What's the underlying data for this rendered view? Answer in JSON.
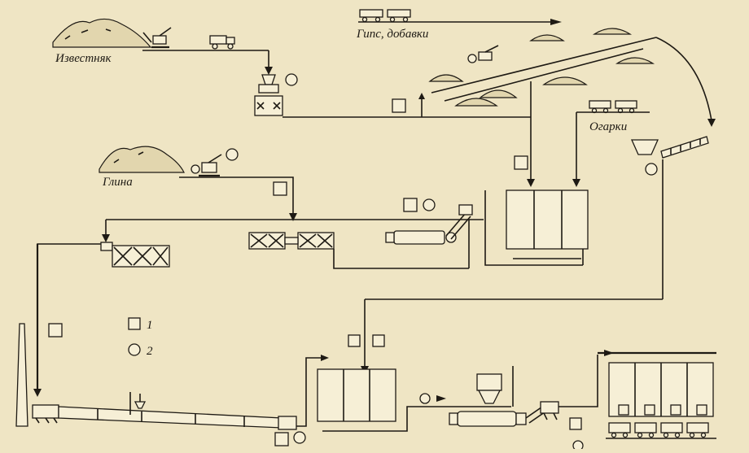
{
  "labels": {
    "limestone": "Известняк",
    "clay": "Глина",
    "gypsum": "Гипс, добавки",
    "cinders": "Огарки"
  },
  "legend": [
    {
      "key": "1",
      "symbol": "square"
    },
    {
      "key": "2",
      "symbol": "circle"
    }
  ],
  "colors": {
    "paper": "#efe5c4",
    "ink": "#1e1a14"
  }
}
